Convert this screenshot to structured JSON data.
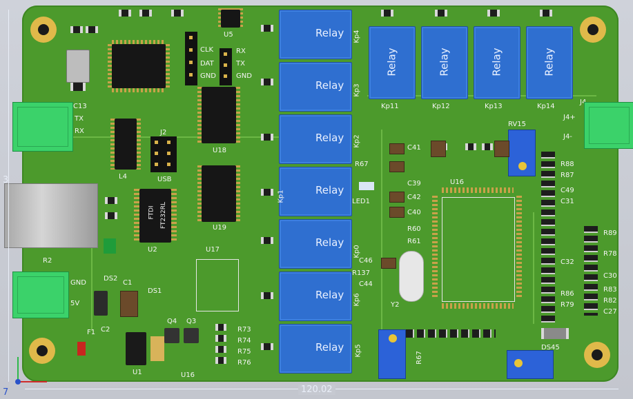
{
  "board": {
    "dimension_bottom": "120.02",
    "dimension_left": "3",
    "axis_mark": "7"
  },
  "relays": {
    "label": "Relay"
  },
  "labels": {
    "kp1": "Kp11",
    "kp2": "Kp12",
    "kp3": "Kp13",
    "kp4": "Kp14",
    "kp_side_top": "Kp4",
    "kp_side_3": "Kp3",
    "kp_side_2": "Kp2",
    "kp_side_1": "Kp1",
    "kp_side_0": "Kp0",
    "kp_side_6": "Kp6",
    "kp_side_5": "Kp5",
    "u18": "U18",
    "u19": "U19",
    "u16": "U16",
    "u17": "U17",
    "u2": "U2",
    "u1": "U1",
    "u4": "L4",
    "u5": "U5",
    "usb": "USB",
    "j2": "J2",
    "tx": "TX",
    "rx": "RX",
    "gnd": "GND",
    "clk": "CLK",
    "dat": "DAT",
    "rx2": "RX",
    "tx2": "TX",
    "gnd2": "GND",
    "ftdi_top": "FTDI",
    "ftdi_bottom": "FT232RL",
    "led1": "LED1",
    "y2": "Y2",
    "r15": "RV15",
    "c13": "C13",
    "f1": "F1",
    "ds2": "DS2",
    "ds1": "DS1",
    "q4": "Q4",
    "q3": "Q3",
    "c1": "C1",
    "c2": "C2",
    "r2": "R2",
    "r67": "R67",
    "c46": "C46",
    "c44": "C44",
    "r137": "R137",
    "c41": "C41",
    "c39": "C39",
    "c42": "C42",
    "c40": "C40",
    "r60": "R60",
    "r61": "R61",
    "r73": "R73",
    "r74": "R74",
    "r75": "R75",
    "r76": "R76",
    "r79": "R79",
    "r86": "R86",
    "r88": "R88",
    "r87": "R87",
    "c49": "C49",
    "c31": "C31",
    "c32": "C32",
    "c27": "C27",
    "r89": "R89",
    "r78": "R78",
    "c30": "C30",
    "r83": "R83",
    "r82": "R82",
    "ds_bottom": "DS45",
    "u1_pin": "U1",
    "five_v": "5V",
    "gnd_left": "GND",
    "j4_a": "J4",
    "j4_b": "J4+",
    "j4_c": "J4-"
  },
  "colors": {
    "board": "#4c9a2c",
    "relay": "#2f6fd0",
    "terminal": "#3bd26a",
    "ic": "#161616",
    "pad": "#d8b35a",
    "silk": "#f4f4f4"
  }
}
